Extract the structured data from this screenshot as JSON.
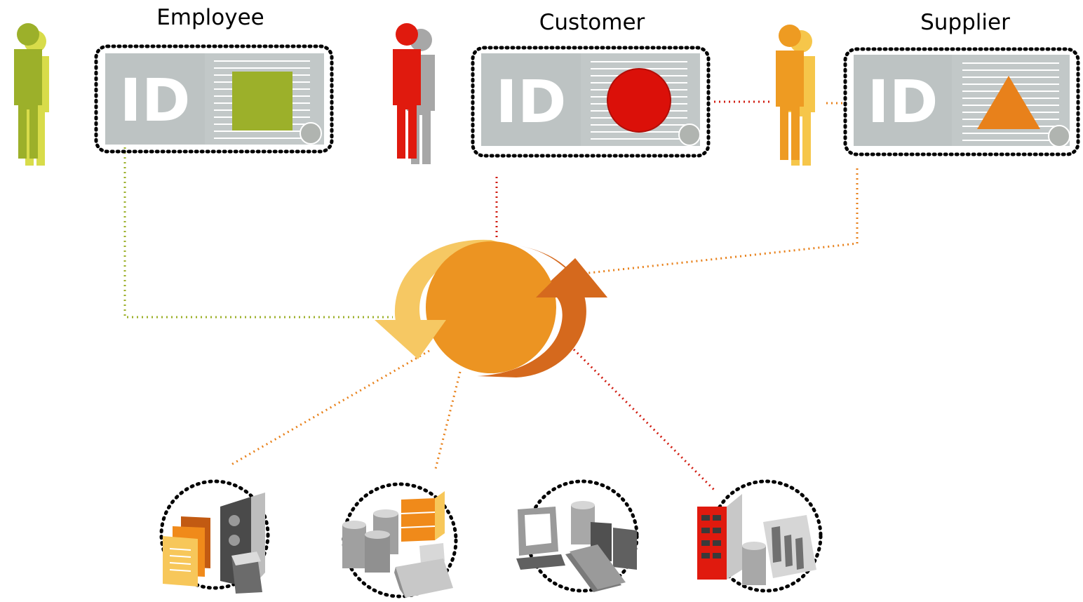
{
  "roles": [
    {
      "key": "employee",
      "label": "Employee",
      "id_text": "ID",
      "shape": "square",
      "color": "#9cb02a",
      "figure_color": "#9cb02a",
      "figure_shadow": "#d8dc4a"
    },
    {
      "key": "customer",
      "label": "Customer",
      "id_text": "ID",
      "shape": "circle",
      "color": "#db1009",
      "figure_color": "#e01a0e",
      "figure_shadow": "#a7a7a7"
    },
    {
      "key": "supplier",
      "label": "Supplier",
      "id_text": "ID",
      "shape": "triangle",
      "color": "#e8811b",
      "figure_color": "#ee9b22",
      "figure_shadow": "#f6c64a"
    }
  ],
  "colors": {
    "card_bg": "#c2c8c8",
    "card_line": "#b5bcbc",
    "cycle_main": "#ec9422",
    "cycle_light": "#f6c863",
    "cycle_dark": "#d5691d",
    "connector_green": "#9cb02a",
    "connector_red": "#d01a0e",
    "connector_orange": "#e8811b"
  },
  "systems": [
    {
      "key": "documents-server",
      "icon": "documents-server-icon"
    },
    {
      "key": "database-cluster",
      "icon": "database-cluster-icon"
    },
    {
      "key": "workstation-files",
      "icon": "workstation-files-icon"
    },
    {
      "key": "rack-servers",
      "icon": "rack-servers-icon"
    }
  ]
}
